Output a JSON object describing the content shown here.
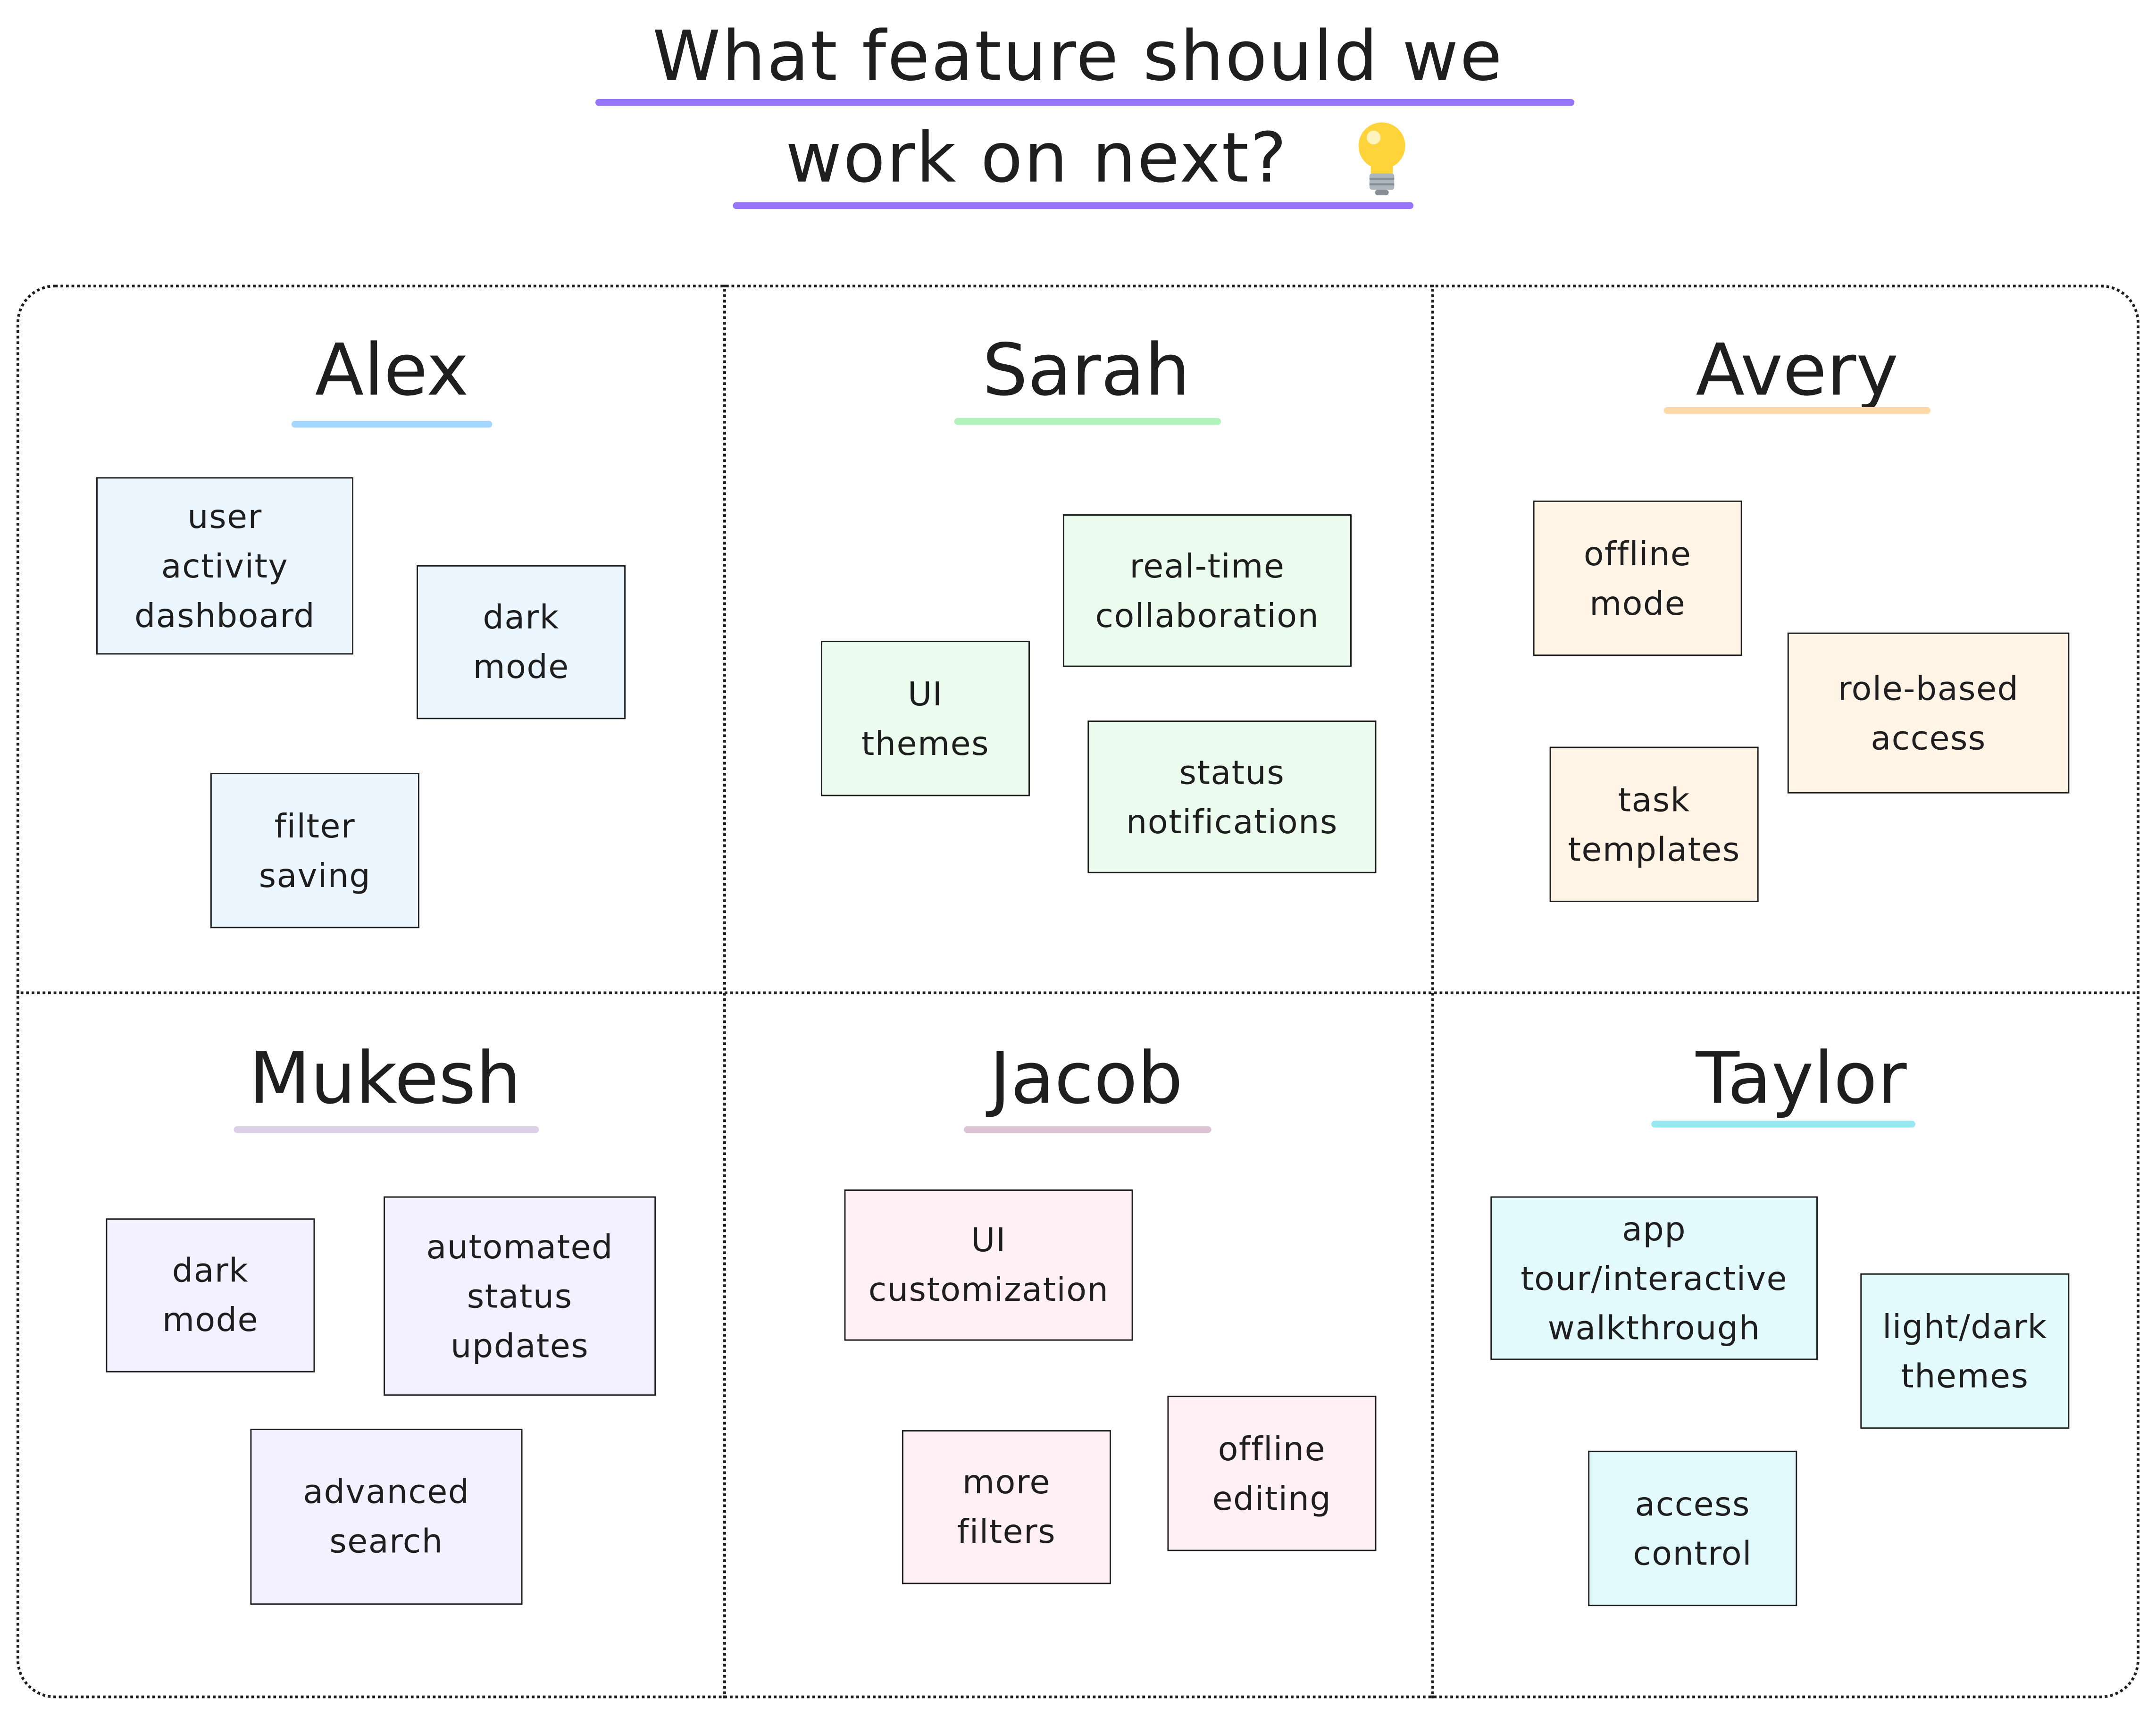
{
  "title": {
    "line1": "What feature should we",
    "line2": "work on next?",
    "icon": "lightbulb-icon",
    "underline_color": "#9775fa"
  },
  "people": [
    {
      "name": "Alex",
      "accent": "#a5d8ff",
      "note_color": "#ebf6fe",
      "notes": [
        "user\nactivity\ndashboard",
        "dark\nmode",
        "filter\nsaving"
      ]
    },
    {
      "name": "Sarah",
      "accent": "#b2f2bb",
      "note_color": "#ebfbee",
      "notes": [
        "real-time\ncollaboration",
        "UI\nthemes",
        "status\nnotifications"
      ]
    },
    {
      "name": "Avery",
      "accent": "#ffd8a8",
      "note_color": "#fff4e6",
      "notes": [
        "offline\nmode",
        "role-based\naccess",
        "task\ntemplates"
      ]
    },
    {
      "name": "Mukesh",
      "accent": "#dccfe8",
      "note_color": "#f3f0ff",
      "notes": [
        "dark\nmode",
        "automated\nstatus\nupdates",
        "advanced\nsearch"
      ]
    },
    {
      "name": "Jacob",
      "accent": "#dcc4d6",
      "note_color": "#fff0f6",
      "notes": [
        "UI\ncustomization",
        "more\nfilters",
        "offline\nediting"
      ]
    },
    {
      "name": "Taylor",
      "accent": "#99e9f2",
      "note_color": "#e3fafc",
      "notes": [
        "app\ntour/interactive\nwalkthrough",
        "light/dark\nthemes",
        "access\ncontrol"
      ]
    }
  ]
}
